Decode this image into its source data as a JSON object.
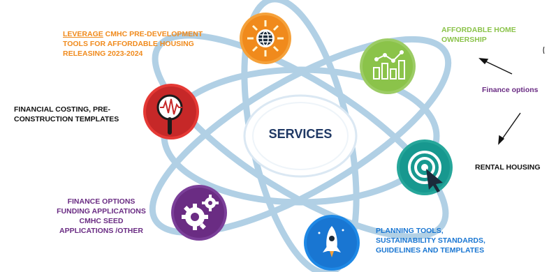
{
  "center": {
    "title": "SERVICES"
  },
  "labels": {
    "leverage": {
      "underlined": "LEVERAGE",
      "line1_rest": " CMHC PRE-DEVELOPMENT",
      "line2": "TOOLS FOR AFFORDABLE HOUSING",
      "line3": "RELEASING 2023-2024"
    },
    "affordable": {
      "line1": "AFFORDABLE HOME",
      "line2": "OWNERSHIP"
    },
    "finance_side": "Finance options",
    "costing": {
      "line1": "FINANCIAL COSTING, PRE-",
      "line2": "CONSTRUCTION TEMPLATES"
    },
    "rental": "RENTAL HOUSING",
    "funding": {
      "line1": "FINANCE OPTIONS",
      "line2": "FUNDING APPLICATIONS",
      "line3": "CMHC SEED",
      "line4": "APPLICATIONS /OTHER"
    },
    "planning": {
      "line1": "PLANNING TOOLS,",
      "line2": "SUSTAINABILITY STANDARDS,",
      "line3": "GUIDELINES AND TEMPLATES"
    }
  },
  "colors": {
    "orbit": "#a9cbe3",
    "center_text": "#1f3864",
    "orange": "#f08a1c",
    "green": "#8bc34a",
    "purple": "#6a2c83",
    "red": "#c62828",
    "teal": "#17988f",
    "blue": "#1976d2",
    "black": "#111111"
  },
  "icons": {
    "leverage": "globe-sun-icon",
    "affordable": "bar-chart-icon",
    "costing": "magnifier-waveform-icon",
    "rental": "target-icon",
    "funding": "gears-icon",
    "planning": "rocket-icon"
  }
}
